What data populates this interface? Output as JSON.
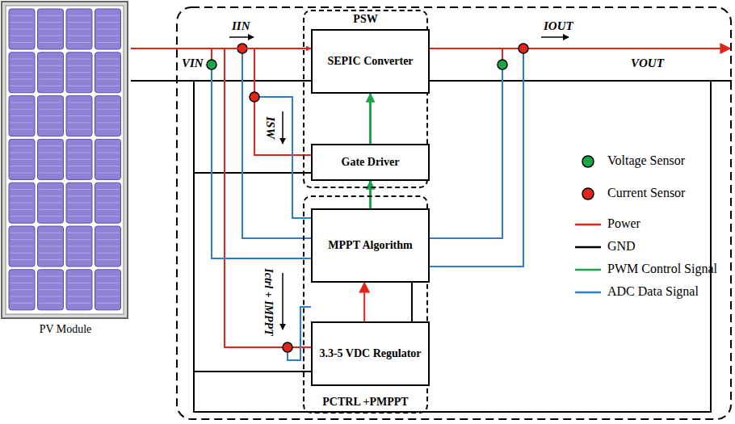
{
  "diagram": {
    "nodes": [
      {
        "text": [
          "PV Module"
        ]
      },
      {
        "text": [
          "PSW"
        ]
      },
      {
        "text": [
          "SEPIC Converter"
        ],
        "in": 1
      },
      {
        "text": [
          "Gate Driver"
        ],
        "in": 1
      },
      {
        "text": [
          "PCTRL +PMPPT"
        ]
      },
      {
        "text": [
          "MPPT Algorithm"
        ],
        "in": 4
      },
      {
        "text": [
          "3.3-5 VDC Regulator"
        ],
        "in": 4
      }
    ],
    "edges": [
      {
        "from": 0,
        "to": 2,
        "arrow": "to"
      },
      {
        "from": 3,
        "to": 2,
        "arrow": "to"
      },
      {
        "from": 5,
        "to": 3,
        "arrow": "to"
      },
      {
        "from": 6,
        "to": 5,
        "arrow": "to"
      },
      {
        "from": 6,
        "to": 5,
        "arrow": "none"
      }
    ],
    "labels": [
      "IIN",
      "VIN",
      "ISW",
      "Ictrl + IMPPT",
      "IOUT",
      "VOUT"
    ],
    "legend": [
      {
        "text": "Voltage Sensor",
        "color": "#1aa64a"
      },
      {
        "text": "Current Sensor",
        "color": "#e0261b"
      },
      {
        "text": "Power"
      },
      {
        "text": "GND"
      },
      {
        "text": "PWM Control Signal"
      },
      {
        "text": "ADC Data Signal"
      }
    ]
  }
}
